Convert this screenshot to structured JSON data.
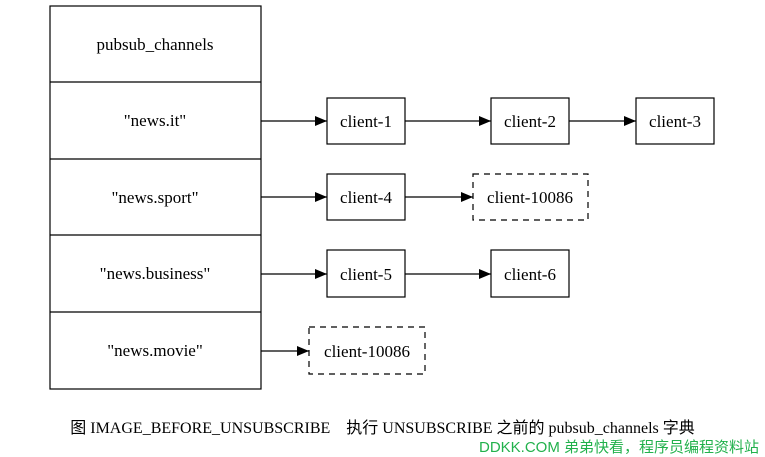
{
  "dict": {
    "header": "pubsub_channels",
    "keys": [
      "\"news.it\"",
      "\"news.sport\"",
      "\"news.business\"",
      "\"news.movie\""
    ]
  },
  "clients": {
    "c1": "client-1",
    "c2": "client-2",
    "c3": "client-3",
    "c4": "client-4",
    "c10086a": "client-10086",
    "c5": "client-5",
    "c6": "client-6",
    "c10086b": "client-10086"
  },
  "caption": "图 IMAGE_BEFORE_UNSUBSCRIBE    执行 UNSUBSCRIBE 之前的 pubsub_channels 字典",
  "watermark": "DDKK.COM 弟弟快看，程序员编程资料站",
  "colors": {
    "line": "#000000",
    "watermark": "#22b14c"
  }
}
